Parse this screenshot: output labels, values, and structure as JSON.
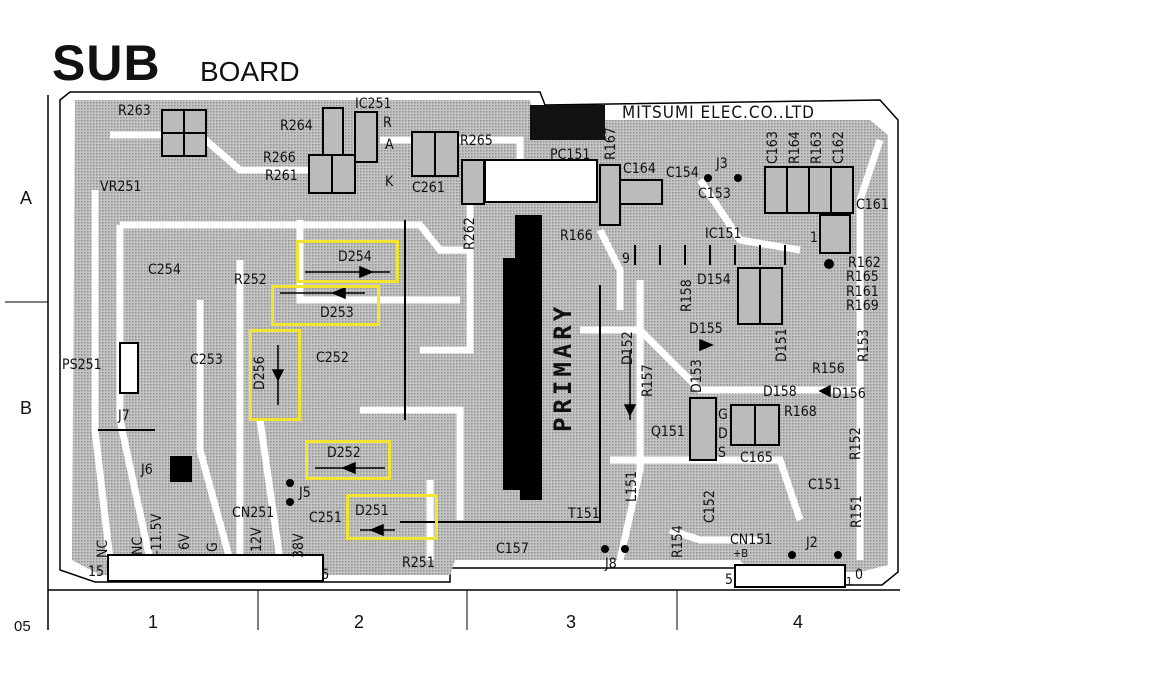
{
  "header": {
    "title": "SUB",
    "subtitle": "BOARD"
  },
  "maker": "MITSUMI ELEC.CO..LTD",
  "primary_label": "PRIMARY",
  "highlight_color": "#f2e531",
  "grid": {
    "rows": [
      "A",
      "B"
    ],
    "cols": [
      "1",
      "2",
      "3",
      "4"
    ],
    "page": "05"
  },
  "labels": {
    "R263": "R263",
    "R264": "R264",
    "IC251": "IC251",
    "R": "R",
    "A": "A",
    "K": "K",
    "R266": "R266",
    "R261": "R261",
    "R265": "R265",
    "C261": "C261",
    "R262": "R262",
    "VR251": "VR251",
    "C254": "C254",
    "R252": "R252",
    "D254": "D254",
    "D253": "D253",
    "D256": "D256",
    "C253": "C253",
    "C252": "C252",
    "PS251": "PS251",
    "J7": "J7",
    "J6": "J6",
    "D252": "D252",
    "J5": "J5",
    "CN251": "CN251",
    "C251": "C251",
    "D251": "D251",
    "R251": "R251",
    "pin15": "15",
    "pin6": "6",
    "NC1": "NC",
    "NC2": "NC",
    "V115": "-11.5V",
    "V6": "6V",
    "G": "G",
    "V12": "12V",
    "V38": "38V",
    "PC151": "PC151",
    "R167": "R167",
    "C164": "C164",
    "C154": "C154",
    "J3": "J3",
    "C153": "C153",
    "C163": "C163",
    "R164": "R164",
    "R163": "R163",
    "C162": "C162",
    "C161": "C161",
    "R166": "R166",
    "IC151": "IC151",
    "pin9": "9",
    "pin1": "1",
    "R162": "R162",
    "R165": "R165",
    "R161": "R161",
    "R169": "R169",
    "R158": "R158",
    "D154": "D154",
    "D152": "D152",
    "D155": "D155",
    "R153": "R153",
    "D151": "D151",
    "R157": "R157",
    "D153": "D153",
    "R156": "R156",
    "D158": "D158",
    "D156": "D156",
    "Q151": "Q151",
    "QG": "G",
    "QD": "D",
    "QS": "S",
    "R168": "R168",
    "C165": "C165",
    "R152": "R152",
    "C151": "C151",
    "L151": "L151",
    "C152": "C152",
    "R154": "R154",
    "T151": "T151",
    "C157": "C157",
    "J8": "J8",
    "CN151": "CN151",
    "plusB": "+B",
    "J2": "J2",
    "pin5": "5",
    "pin1b": "1",
    "pin0": "0",
    "R151": "R151"
  }
}
